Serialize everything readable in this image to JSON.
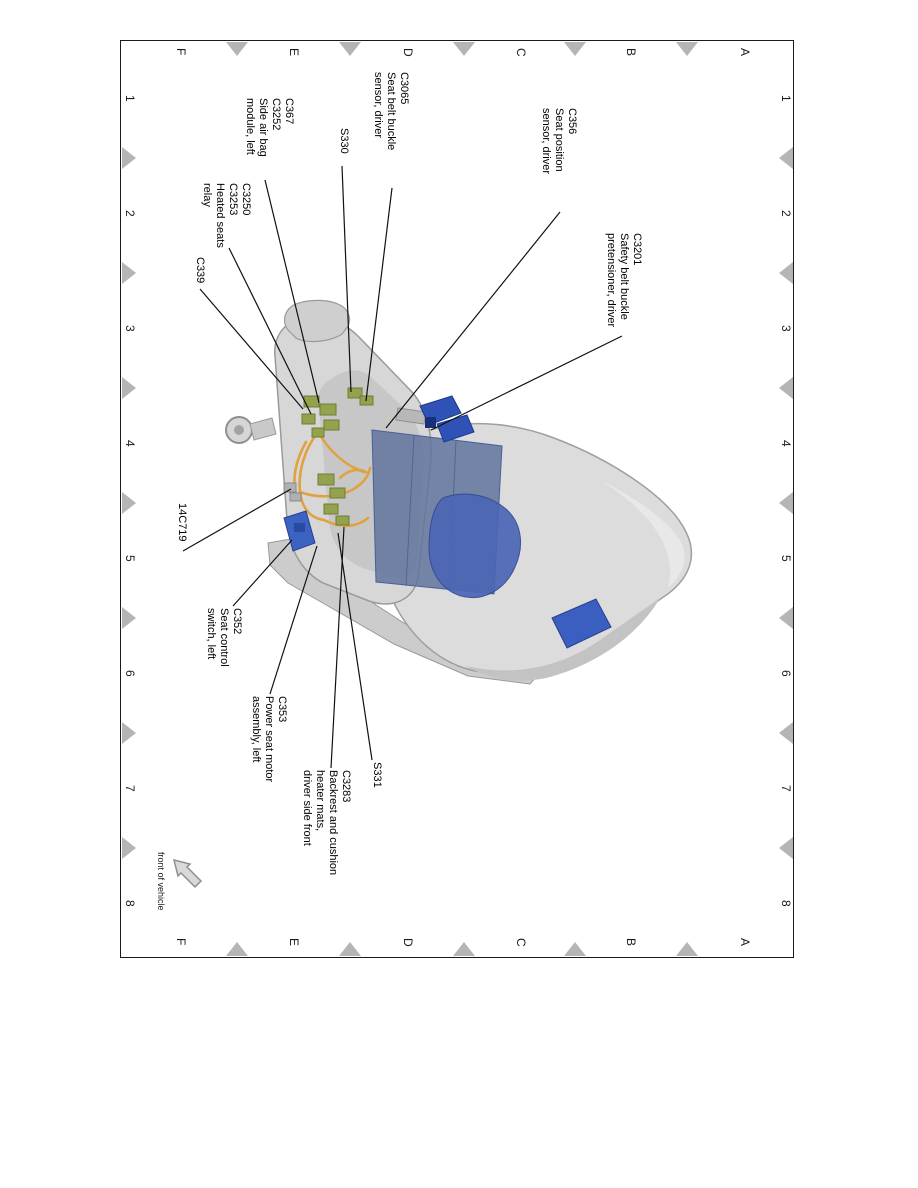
{
  "grid": {
    "letters": [
      "A",
      "B",
      "C",
      "D",
      "E",
      "F"
    ],
    "numbers": [
      "1",
      "2",
      "3",
      "4",
      "5",
      "6",
      "7",
      "8"
    ]
  },
  "callouts": [
    {
      "id": "C356",
      "lines": [
        "C356",
        "Seat position",
        "sensor, driver"
      ]
    },
    {
      "id": "C3065",
      "lines": [
        "C3065",
        "Seat belt buckle",
        "sensor, driver"
      ]
    },
    {
      "id": "S330",
      "lines": [
        "S330"
      ]
    },
    {
      "id": "C3201",
      "lines": [
        "C3201",
        "Safety belt buckle",
        "pretensioner, driver"
      ]
    },
    {
      "id": "C339",
      "lines": [
        "C339"
      ]
    },
    {
      "id": "C3250",
      "lines": [
        "C3250",
        "C3253",
        "Heated seats",
        "relay"
      ]
    },
    {
      "id": "C367",
      "lines": [
        "C367",
        "C3252",
        "Side air bag",
        "module, left"
      ]
    },
    {
      "id": "14C719",
      "lines": [
        "14C719"
      ]
    },
    {
      "id": "C352",
      "lines": [
        "C352",
        "Seat control",
        "switch, left"
      ]
    },
    {
      "id": "C353",
      "lines": [
        "C353",
        "Power seat motor",
        "assembly, left"
      ]
    },
    {
      "id": "S331",
      "lines": [
        "S331"
      ]
    },
    {
      "id": "C3283",
      "lines": [
        "C3283",
        "Backrest and cushion",
        "heater mats,",
        "driver side front"
      ]
    }
  ],
  "front_of_vehicle": "front of vehicle",
  "icons": {
    "front_of_vehicle_arrow": "arrow-up-left-block"
  },
  "colors": {
    "leader_line": "#111111",
    "grid_triangle": "#b5b5b5",
    "seat_body": "#d9d9d9",
    "seat_outline": "#9a9a9a",
    "heater_mat_blue": "#60749c",
    "cushion_pad_blue": "#4b66b5",
    "buckle_blue": "#2e52b6",
    "harness_orange": "#e0a23e",
    "connector_green": "#93a24d"
  }
}
